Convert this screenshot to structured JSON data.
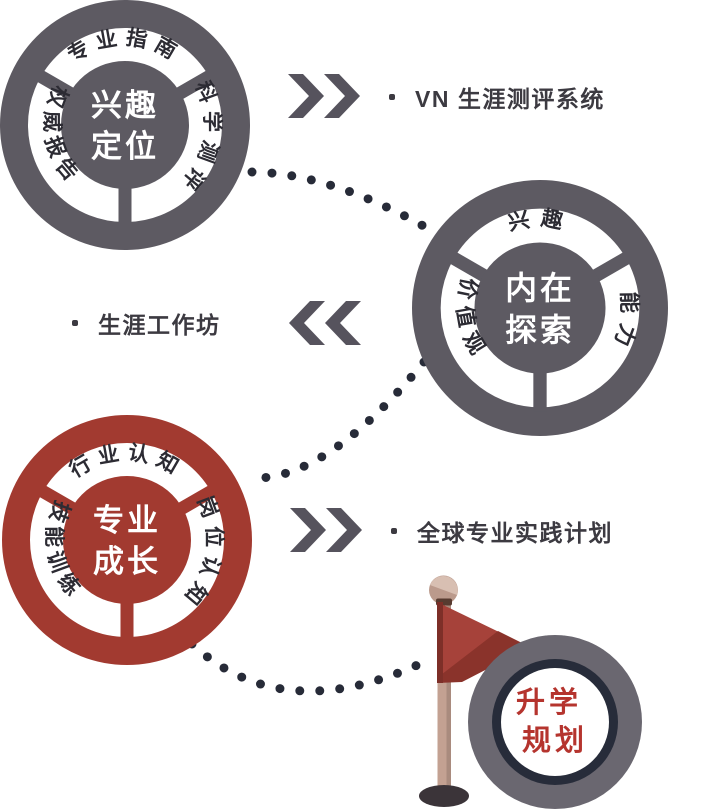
{
  "diagram_type": "career-planning process wheels",
  "palette": {
    "wheel_gray": "#5d5a62",
    "wheel_red": "#a23a30",
    "segment_text": "#2c2b33",
    "hub_text": "#ffffff",
    "label_text": "#3c3a41",
    "dotted_connector": "#272b38",
    "chevron": "#56535d",
    "flag_red": "#a6423a",
    "flag_fold": "#8a332b",
    "pole_tan": "#c3a192",
    "goal_ring_gray": "#6a6770",
    "goal_inner_ring": "#272c3a",
    "goal_text_red": "#b5342e"
  },
  "wheels": [
    {
      "id": "interest-positioning",
      "theme": "gray",
      "center_lines": [
        "兴趣",
        "定位"
      ],
      "segments": {
        "top": "专业指南",
        "right": "科学测评",
        "left": "权威报告"
      }
    },
    {
      "id": "inner-exploration",
      "theme": "gray",
      "center_lines": [
        "内在",
        "探索"
      ],
      "segments": {
        "top": "兴趣",
        "right": "能力",
        "left": "价值观"
      }
    },
    {
      "id": "professional-growth",
      "theme": "red",
      "center_lines": [
        "专业",
        "成长"
      ],
      "segments": {
        "top": "行业认知",
        "right": "岗位认知",
        "left": "技能训练"
      }
    }
  ],
  "flow_labels": [
    {
      "id": "assessment",
      "arrow_icon": "double-chevron-right",
      "bullet": "•",
      "text": "VN 生涯测评系统"
    },
    {
      "id": "workshop",
      "arrow_icon": "double-chevron-left",
      "bullet": "•",
      "text": "生涯工作坊"
    },
    {
      "id": "practice",
      "arrow_icon": "double-chevron-right",
      "bullet": "•",
      "text": "全球专业实践计划"
    }
  ],
  "goal": {
    "flag_icon": "red-pennant-flag",
    "lines": [
      "升学",
      "规划"
    ]
  }
}
